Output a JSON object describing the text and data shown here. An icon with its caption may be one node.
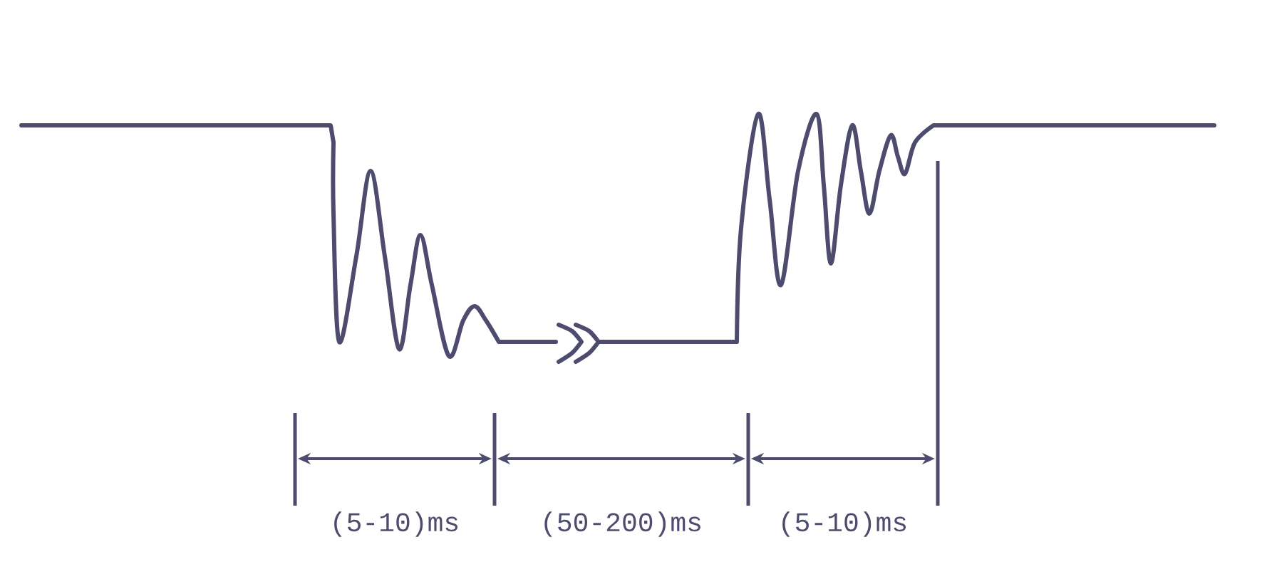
{
  "diagram": {
    "labels": [
      "(5-10)ms",
      "(50-200)ms",
      "(5-10)ms"
    ]
  }
}
